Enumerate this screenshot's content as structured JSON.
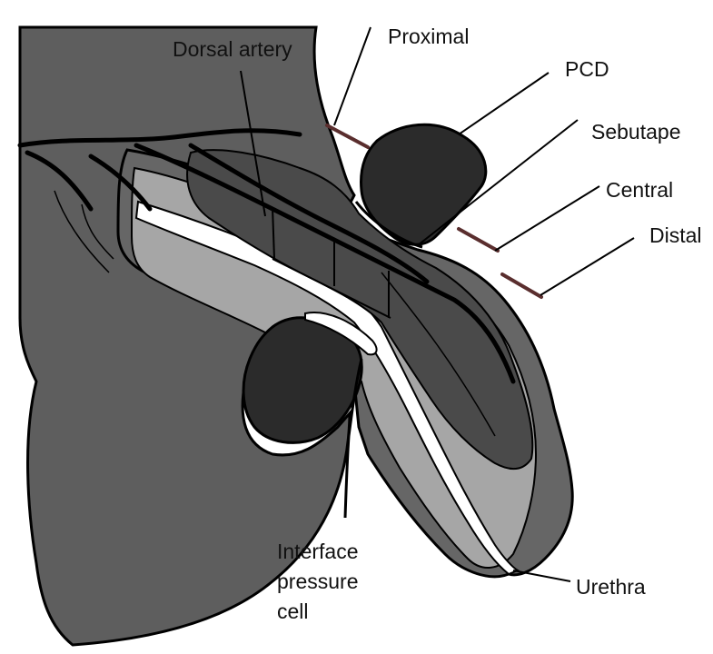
{
  "labels": {
    "dorsal_artery": "Dorsal artery",
    "proximal": "Proximal",
    "pcd": "PCD",
    "sebutape": "Sebutape",
    "central": "Central",
    "distal": "Distal",
    "interface_line1": "Interface",
    "interface_line2": "pressure",
    "interface_line3": "cell",
    "urethra": "Urethra"
  },
  "colors": {
    "body": "#5e5e5e",
    "shaft_outer": "#666666",
    "corpus": "#a6a6a6",
    "urethra_channel": "#ffffff",
    "inner_tissue": "#4a4a4a",
    "pcd_pads": "#2b2b2b",
    "outline": "#000000",
    "marker_lines": "#5a2e2e"
  }
}
